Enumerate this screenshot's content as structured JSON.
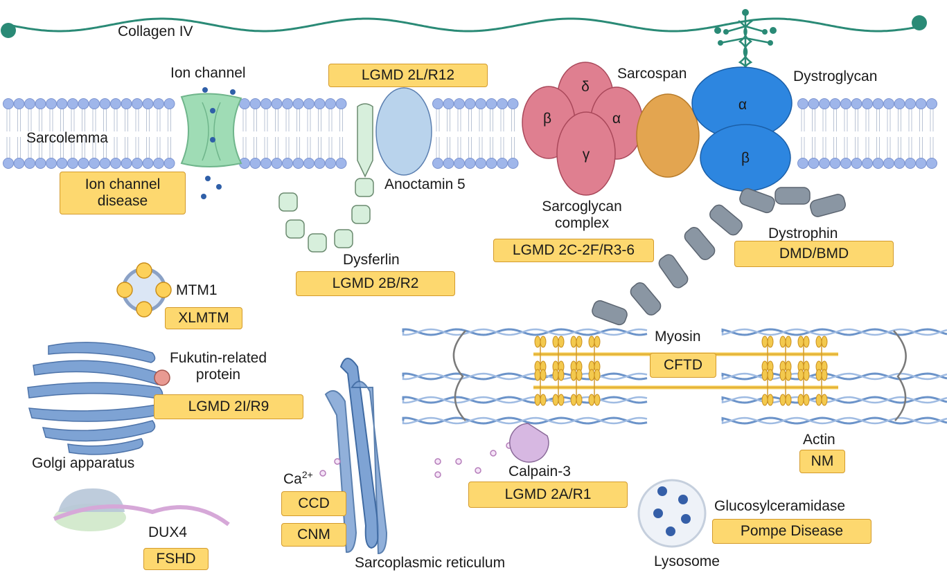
{
  "labels": {
    "collagen": "Collagen IV",
    "ion_channel": "Ion channel",
    "sarcolemma": "Sarcolemma",
    "anoctamin": "Anoctamin 5",
    "dysferlin": "Dysferlin",
    "sarcospan": "Sarcospan",
    "dystroglycan": "Dystroglycan",
    "sarcoglycan_1": "Sarcoglycan",
    "sarcoglycan_2": "complex",
    "dystrophin": "Dystrophin",
    "mtm1": "MTM1",
    "fukutin_1": "Fukutin-related",
    "fukutin_2": "protein",
    "golgi": "Golgi apparatus",
    "dux4": "DUX4",
    "ca": "Ca",
    "ca_sup": "2+",
    "sr": "Sarcoplasmic reticulum",
    "myosin": "Myosin",
    "actin": "Actin",
    "calpain": "Calpain-3",
    "gluco": "Glucosylceramidase",
    "lysosome": "Lysosome"
  },
  "subunits": {
    "delta": "δ",
    "beta_sg": "β",
    "alpha_sg": "α",
    "gamma": "γ",
    "alpha_dg": "α",
    "beta_dg": "β"
  },
  "diseases": {
    "ion_channel_1": "Ion channel",
    "ion_channel_2": "disease",
    "lgmd_2l": "LGMD 2L/R12",
    "lgmd_2b": "LGMD 2B/R2",
    "lgmd_2c": "LGMD 2C-2F/R3-6",
    "dmd": "DMD/BMD",
    "xlmtm": "XLMTM",
    "lgmd_2i": "LGMD 2I/R9",
    "fshd": "FSHD",
    "ccd": "CCD",
    "cnm": "CNM",
    "cftd": "CFTD",
    "nm": "NM",
    "lgmd_2a": "LGMD 2A/R1",
    "pompe": "Pompe Disease"
  },
  "colors": {
    "disease_box": "#fdd86f",
    "disease_border": "#d39a2b",
    "membrane_head": "#9fb6ea",
    "collagen": "#2a8a76",
    "sarcoglycan": "#df7f90",
    "sarcospan": "#e3a550",
    "dystroglycan": "#2d86e0",
    "dystrophin": "#8a96a3",
    "ion_channel": "#9fdcb5",
    "anoctamin": "#b9d3ec",
    "dysferlin": "#d7efdc",
    "sr": "#7ea3d4",
    "calpain": "#d7b8e2",
    "actin": "#6b93c9",
    "myosin": "#f3c94e"
  }
}
